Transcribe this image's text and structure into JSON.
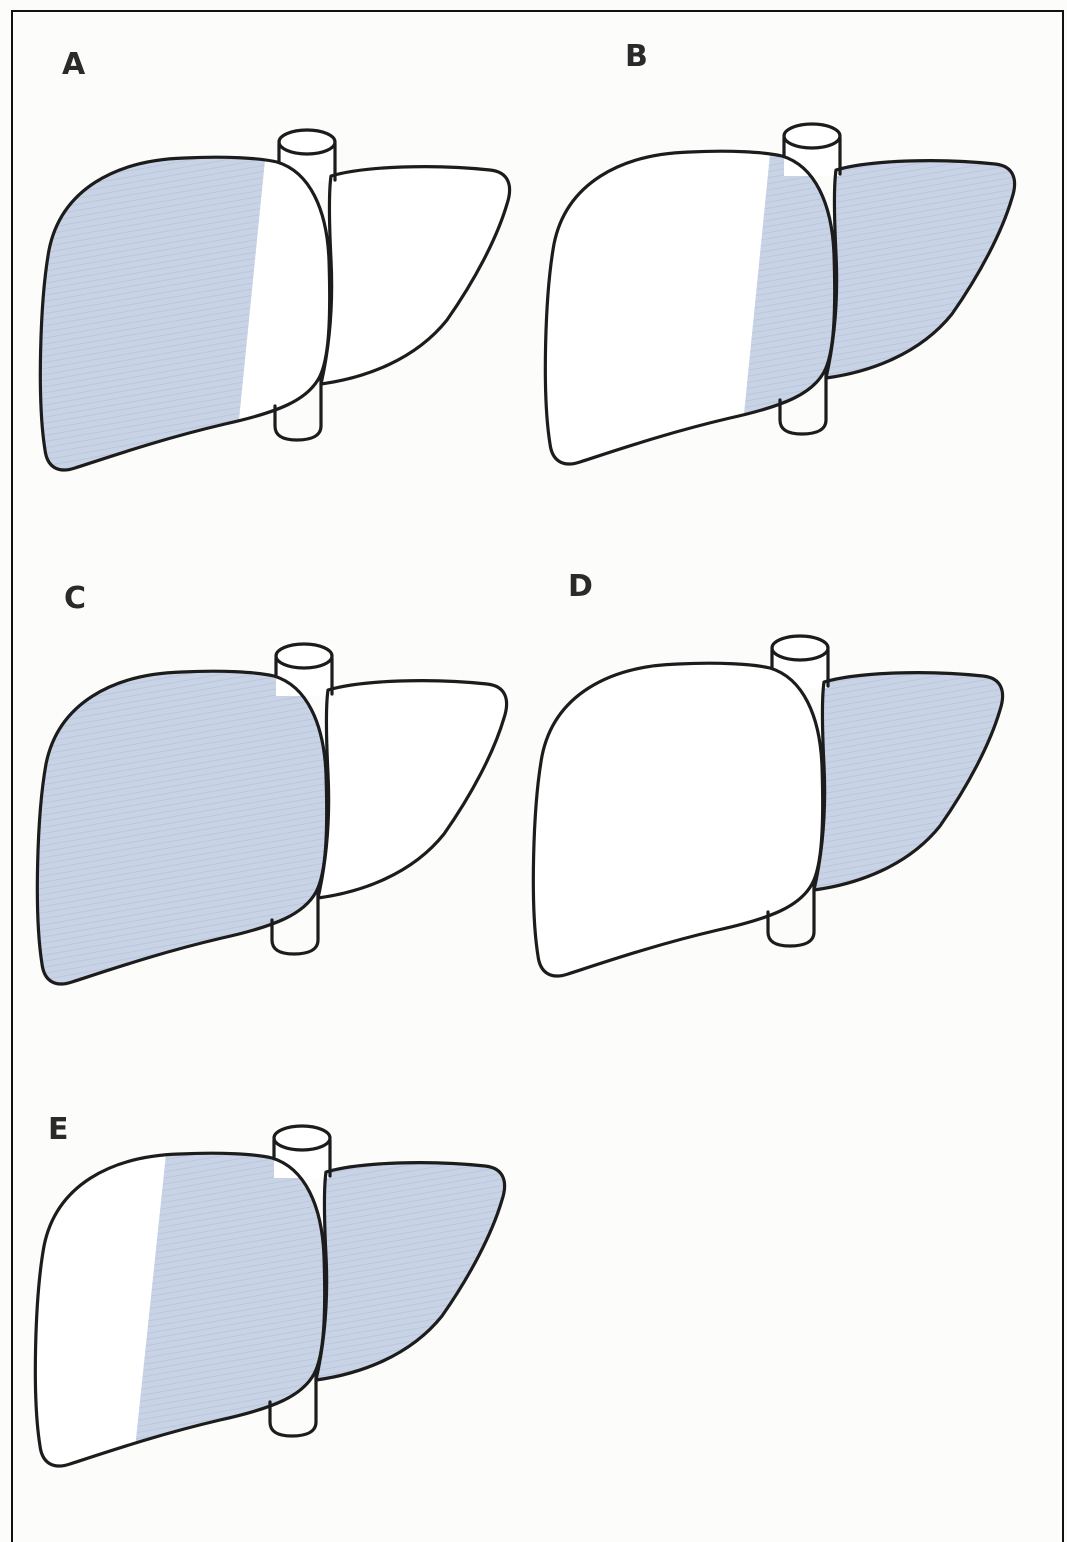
{
  "panels": [
    {
      "label": "A",
      "shaded_regions": [
        "right-lobe-lateral"
      ],
      "shade_color": "#c9d3e6"
    },
    {
      "label": "B",
      "shaded_regions": [
        "right-lobe-medial",
        "left-lobe"
      ],
      "shade_color": "#c9d3e6"
    },
    {
      "label": "C",
      "shaded_regions": [
        "right-lobe"
      ],
      "shade_color": "#c9d3e6"
    },
    {
      "label": "D",
      "shaded_regions": [
        "left-lobe"
      ],
      "shade_color": "#c9d3e6"
    },
    {
      "label": "E",
      "shaded_regions": [
        "right-lobe-medial",
        "left-lobe"
      ],
      "shade_color": "#c9d3e6"
    }
  ]
}
